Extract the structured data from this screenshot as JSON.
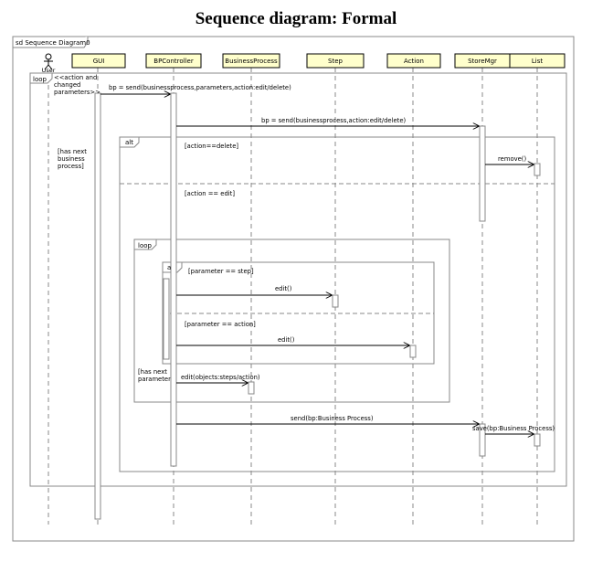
{
  "title": "Sequence diagram: Formal",
  "frame_label": "sd Sequence Diagram0",
  "lifelines": [
    "User",
    "GUI",
    "BPController",
    "BusinessProcess",
    "Step",
    "Action",
    "StoreMgr",
    "List"
  ],
  "fragments": {
    "loop_outer": "loop",
    "alt_outer": "alt",
    "loop_inner": "loop",
    "alt_inner": "alt"
  },
  "guards": {
    "loop_outer": [
      "<<action and",
      "changed",
      "parameters>>"
    ],
    "has_next_bp": [
      "[has next",
      "business",
      "process]"
    ],
    "action_delete": "[action==delete]",
    "action_edit": "[action == edit]",
    "param_step": "[parameter == step]",
    "param_action": "[parameter == action]",
    "has_next_param": [
      "[has next",
      "parameter]"
    ]
  },
  "messages": {
    "m1": "bp = send(businessprocess,parameters,action:edit/delete)",
    "m2": "bp = send(businessprocess,action:edit/delete)",
    "m3": "remove()",
    "m4": "edit()",
    "m5": "edit()",
    "m6": "edit(objects:steps/action)",
    "m7": "send(bp:Business Process)",
    "m8": "save(bp:Business Process)"
  }
}
